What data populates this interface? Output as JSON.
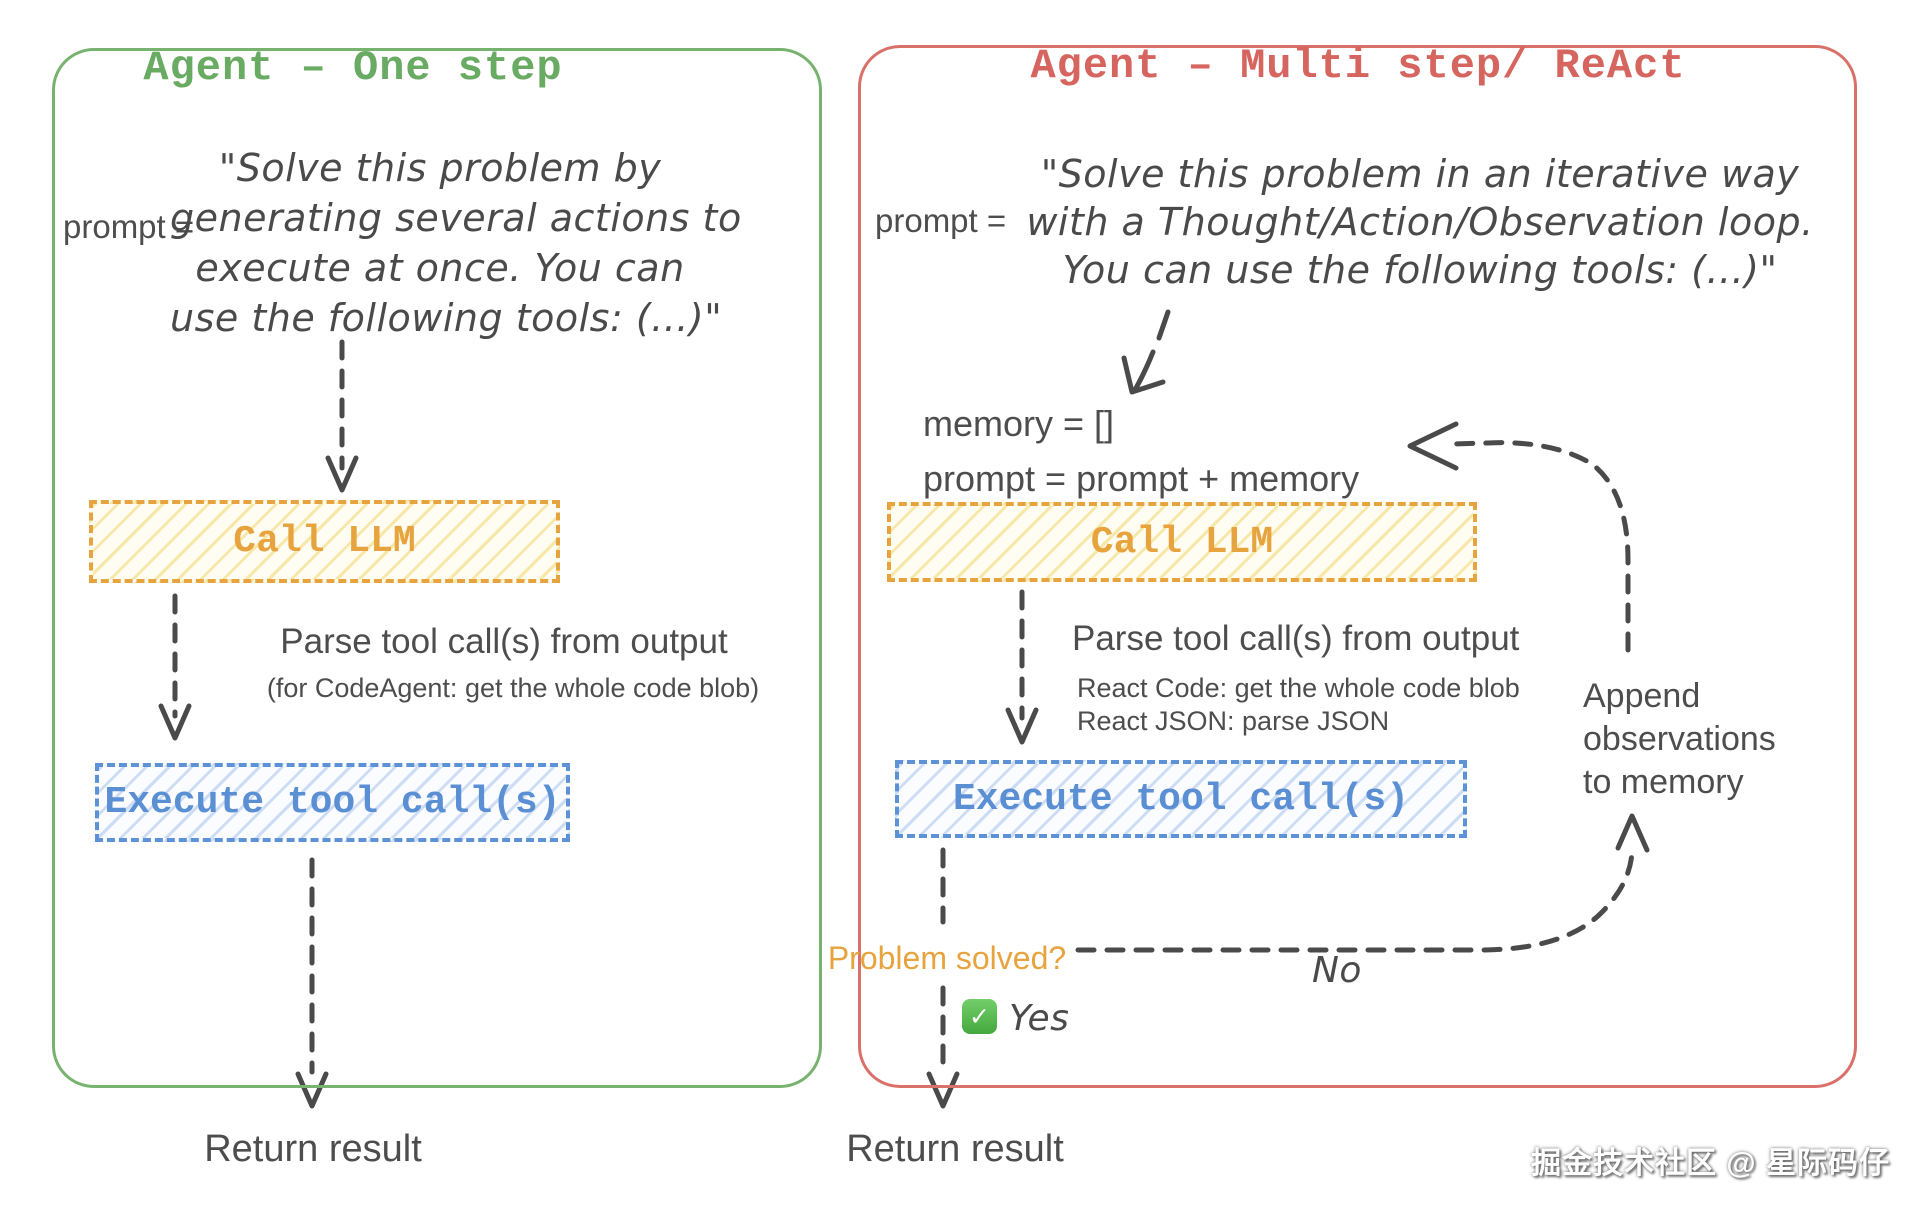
{
  "left_panel": {
    "title": "Agent – One step",
    "prompt_label": "prompt =",
    "prompt_lines": [
      "\"Solve this problem by",
      "generating several actions to",
      "execute at once. You can",
      "use the following tools: (...)\""
    ],
    "call_llm_label": "Call LLM",
    "parse_note": "Parse tool call(s) from output",
    "parse_subnote": "(for CodeAgent: get the whole code blob)",
    "execute_label": "Execute tool call(s)",
    "return_label": "Return result"
  },
  "right_panel": {
    "title": "Agent – Multi step/ ReAct",
    "prompt_label": "prompt =",
    "prompt_lines": [
      "\"Solve this problem in an iterative way",
      "with a Thought/Action/Observation loop.",
      "You can use the following tools: (...)\""
    ],
    "memory_line1": "memory = []",
    "memory_line2": "prompt = prompt + memory",
    "call_llm_label": "Call LLM",
    "parse_note": "Parse tool call(s) from output",
    "parse_subnote1": "React Code: get the whole code blob",
    "parse_subnote2": "React JSON: parse JSON",
    "execute_label": "Execute tool call(s)",
    "problem_solved_label": "Problem solved?",
    "yes_label": "Yes",
    "no_label": "No",
    "append_line1": "Append",
    "append_line2": "observations",
    "append_line3": "to memory",
    "return_label": "Return result"
  },
  "icons": {
    "check": "✓"
  },
  "watermark": "掘金技术社区 @ 星际码仔",
  "colors": {
    "panel_left_border": "#77b36f",
    "panel_left_title": "#69ab63",
    "panel_right_border": "#d9706a",
    "panel_right_title": "#d5655e",
    "call_llm": "#e7a33e",
    "execute": "#5b8fd4",
    "text": "#4d4d4d",
    "arrow": "#4a4a4a",
    "problem_solved": "#e7a33e",
    "yes_check": "#44a83e"
  }
}
